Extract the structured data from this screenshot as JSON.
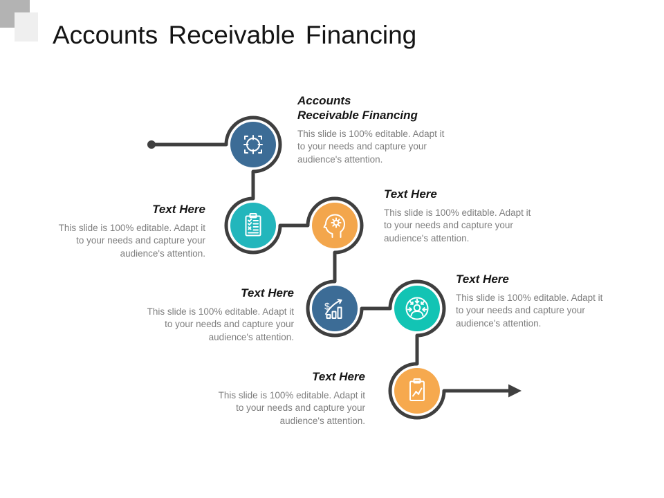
{
  "slide": {
    "title": "Accounts Receivable Financing"
  },
  "decor": {
    "square_dark_color": "#b3b3b3",
    "square_light_color": "#efefef"
  },
  "connector": {
    "color": "#3f3f3f"
  },
  "text_colors": {
    "heading": "#161616",
    "body": "#7e7e7e"
  },
  "steps": [
    {
      "heading_line1": "Accounts",
      "heading_line2": "Receivable Financing",
      "body": "This slide is 100% editable.  Adapt it to your needs and capture your audience's attention.",
      "icon": "target-icon",
      "circle_color": "#3c6c96",
      "side": "right"
    },
    {
      "heading": "Text Here",
      "body": "This slide is 100% editable.  Adapt it to your needs and capture your audience's attention.",
      "icon": "clipboard-checklist-icon",
      "circle_color": "#22b6bc",
      "side": "left"
    },
    {
      "heading": "Text Here",
      "body": "This slide is 100% editable.  Adapt it to your needs and capture your audience's attention.",
      "icon": "head-gear-icon",
      "circle_color": "#f3a64c",
      "side": "right"
    },
    {
      "heading": "Text Here",
      "body": "This slide is 100% editable.  Adapt it to your needs and capture your audience's attention.",
      "icon": "dollar-growth-icon",
      "icon_glyph": "$",
      "circle_color": "#3c6c96",
      "side": "left"
    },
    {
      "heading": "Text Here",
      "body": "This slide is 100% editable.  Adapt it to your needs and capture your audience's attention.",
      "icon": "people-converge-icon",
      "circle_color": "#12c4b4",
      "side": "right"
    },
    {
      "heading": "Text Here",
      "body": "This slide is 100% editable.  Adapt it to your needs and capture your audience's attention.",
      "icon": "clipboard-chart-icon",
      "circle_color": "#f6a94e",
      "side": "left"
    }
  ]
}
